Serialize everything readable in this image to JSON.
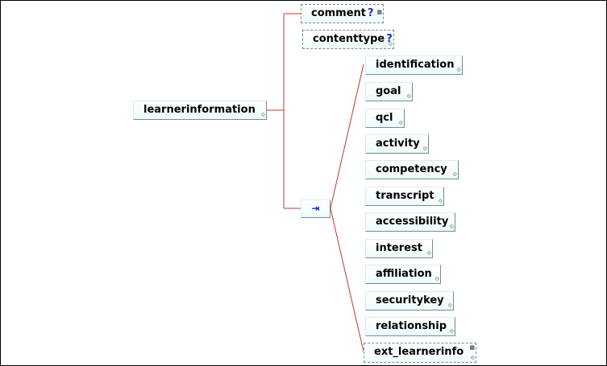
{
  "root": {
    "label": "learnerinformation",
    "expand_icon": "⟐"
  },
  "comment": {
    "label": "comment",
    "occurrence": "?",
    "attr_icon": "▦"
  },
  "contenttype": {
    "label": "contenttype",
    "occurrence": "?",
    "expand_icon": "⟐"
  },
  "choice": {
    "symbol": "⇥"
  },
  "children": [
    {
      "label": "identification"
    },
    {
      "label": "goal"
    },
    {
      "label": "qcl"
    },
    {
      "label": "activity"
    },
    {
      "label": "competency"
    },
    {
      "label": "transcript"
    },
    {
      "label": "accessibility"
    },
    {
      "label": "interest"
    },
    {
      "label": "affiliation"
    },
    {
      "label": "securitykey"
    },
    {
      "label": "relationship"
    },
    {
      "label": "ext_learnerinfo"
    }
  ],
  "colors": {
    "connector": "#c0392b",
    "node_bg": "#eefbfb",
    "occurrence": "#1a2fbf"
  }
}
